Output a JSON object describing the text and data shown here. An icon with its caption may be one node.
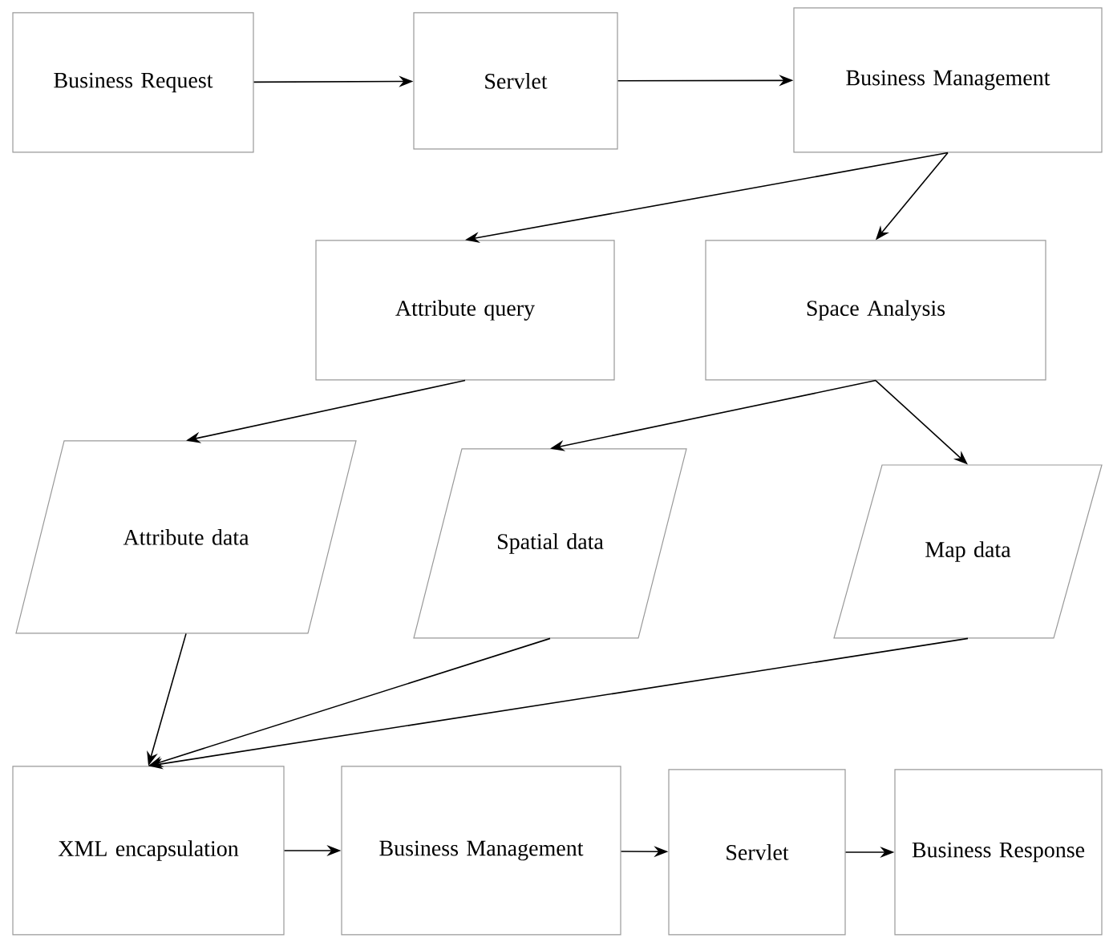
{
  "diagram": {
    "nodes": [
      {
        "text": [
          "Business Request"
        ]
      },
      {
        "text": [
          "Servlet"
        ]
      },
      {
        "text": [
          "Business Management"
        ]
      },
      {
        "text": [
          "Attribute query"
        ]
      },
      {
        "text": [
          "Space Analysis"
        ]
      },
      {
        "text": [
          "Attribute data"
        ]
      },
      {
        "text": [
          "Spatial data"
        ]
      },
      {
        "text": [
          "Map data"
        ]
      },
      {
        "text": [
          "XML encapsulation"
        ]
      },
      {
        "text": [
          "Business Management"
        ]
      },
      {
        "text": [
          "Servlet"
        ]
      },
      {
        "text": [
          "Business Response"
        ]
      }
    ],
    "edges": [
      {
        "from": 0,
        "to": 1,
        "arrow": "to"
      },
      {
        "from": 1,
        "to": 2,
        "arrow": "to"
      },
      {
        "from": 2,
        "to": 3,
        "arrow": "to"
      },
      {
        "from": 2,
        "to": 4,
        "arrow": "to"
      },
      {
        "from": 3,
        "to": 5,
        "arrow": "to"
      },
      {
        "from": 4,
        "to": 6,
        "arrow": "to"
      },
      {
        "from": 4,
        "to": 7,
        "arrow": "to"
      },
      {
        "from": 5,
        "to": 8,
        "arrow": "to"
      },
      {
        "from": 6,
        "to": 8,
        "arrow": "to"
      },
      {
        "from": 7,
        "to": 8,
        "arrow": "to"
      },
      {
        "from": 8,
        "to": 9,
        "arrow": "to"
      },
      {
        "from": 9,
        "to": 10,
        "arrow": "to"
      },
      {
        "from": 10,
        "to": 11,
        "arrow": "to"
      }
    ]
  }
}
